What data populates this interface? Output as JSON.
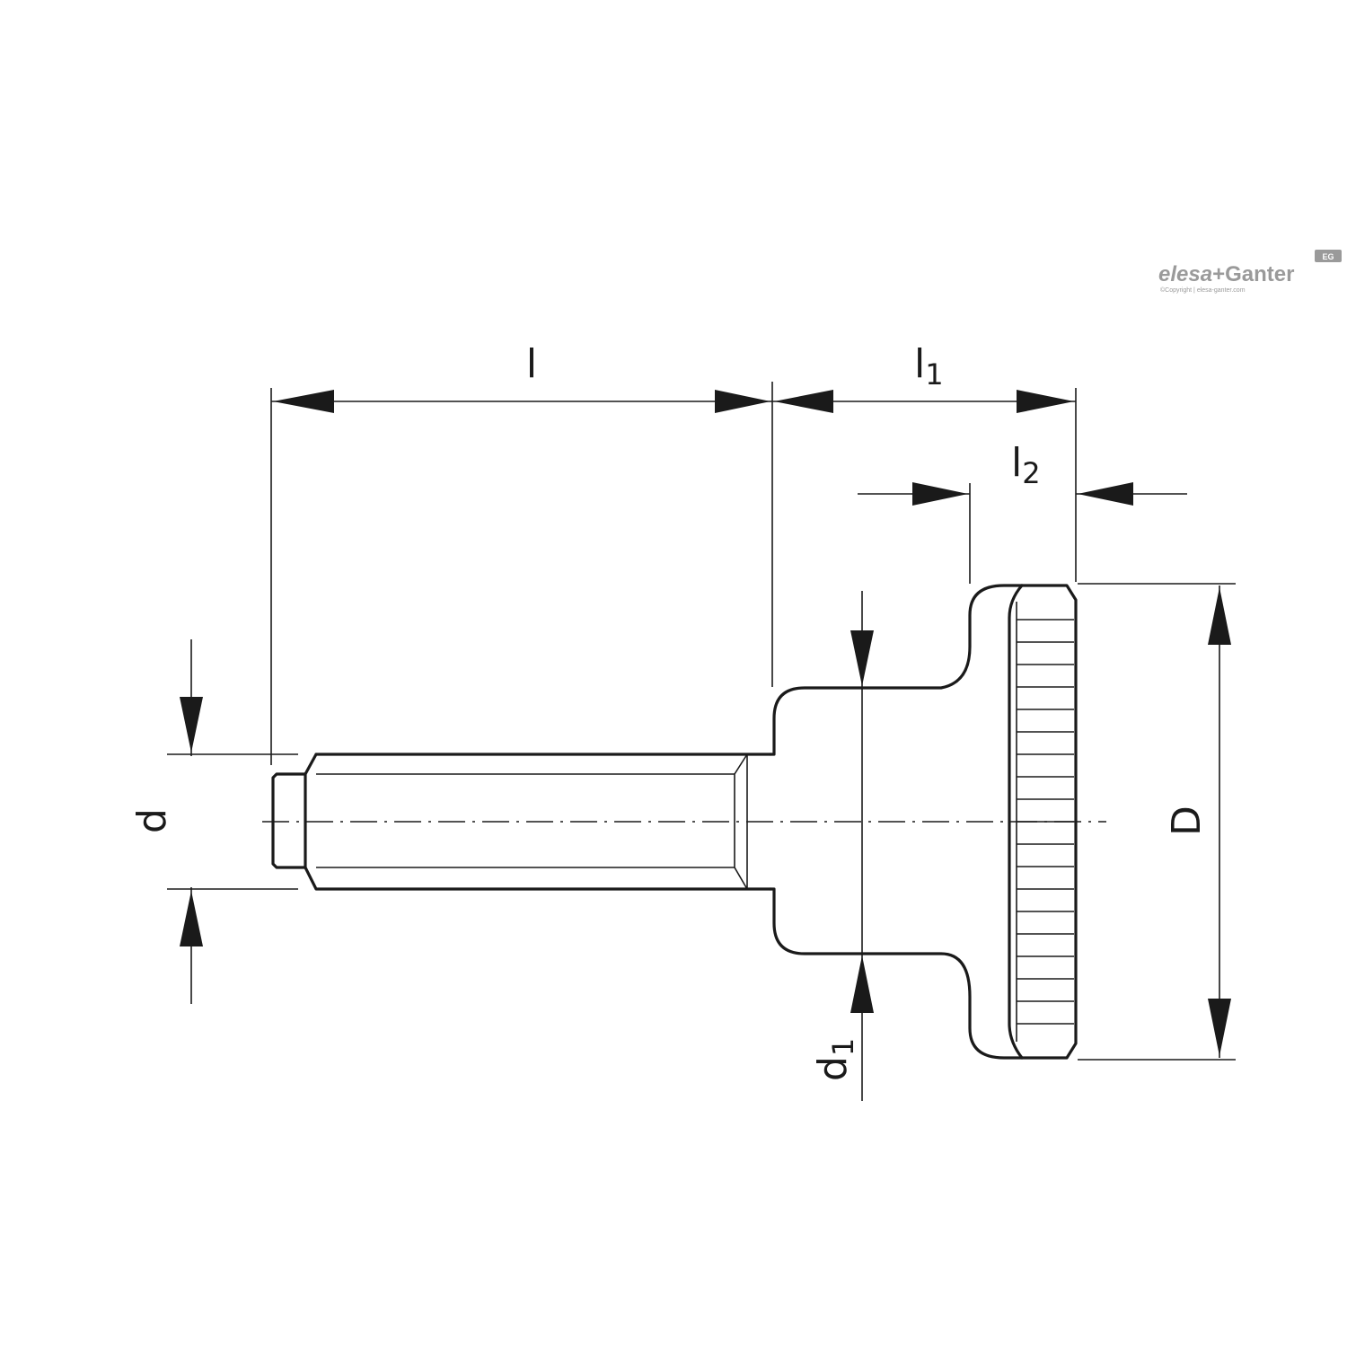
{
  "dimensions": {
    "l": "l",
    "l1": {
      "base": "l",
      "sub": "1"
    },
    "l2": {
      "base": "l",
      "sub": "2"
    },
    "d": "d",
    "d1": {
      "base": "d",
      "sub": "1"
    },
    "D": "D"
  },
  "logo": {
    "brand_a": "elesa",
    "brand_b": "+Ganter",
    "copyright": "©Copyright | elesa-ganter.com",
    "badge": "EG"
  },
  "colors": {
    "line": "#1a1a1a",
    "logo": "#9a9a9a"
  }
}
